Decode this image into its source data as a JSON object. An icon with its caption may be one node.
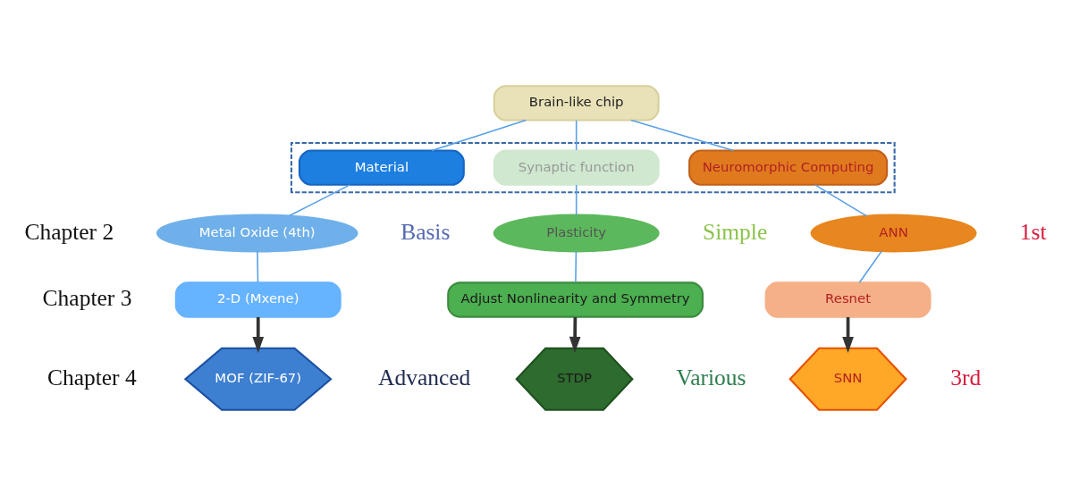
{
  "diagram": {
    "nodes": [
      {
        "text": [
          "Brain-like chip"
        ]
      },
      {
        "text": [],
        "shape": "box"
      },
      {
        "text": [
          "Material"
        ],
        "in": 1
      },
      {
        "text": [
          "Synaptic function"
        ],
        "in": 1
      },
      {
        "text": [
          "Neuromorphic Computing"
        ],
        "in": 1
      },
      {
        "text": [
          "Metal Oxide (4th)"
        ]
      },
      {
        "text": [
          "Plasticity"
        ]
      },
      {
        "text": [
          "ANN"
        ]
      },
      {
        "text": [
          "2-D (Mxene)"
        ]
      },
      {
        "text": [
          "Adjust Nonlinearity and Symmetry"
        ]
      },
      {
        "text": [
          "Resnet"
        ]
      },
      {
        "text": [
          "MOF (ZIF-67)"
        ]
      },
      {
        "text": [
          "STDP"
        ]
      },
      {
        "text": [
          "SNN"
        ]
      }
    ],
    "edges": [
      {
        "from": 0,
        "to": 2,
        "arrow": "none"
      },
      {
        "from": 0,
        "to": 3,
        "arrow": "none"
      },
      {
        "from": 0,
        "to": 4,
        "arrow": "none"
      },
      {
        "from": 2,
        "to": 5,
        "arrow": "none"
      },
      {
        "from": 3,
        "to": 6,
        "arrow": "none"
      },
      {
        "from": 4,
        "to": 7,
        "arrow": "none"
      },
      {
        "from": 5,
        "to": 8,
        "arrow": "none"
      },
      {
        "from": 6,
        "to": 9,
        "arrow": "none"
      },
      {
        "from": 7,
        "to": 10,
        "arrow": "none"
      },
      {
        "from": 8,
        "to": 11,
        "arrow": "to",
        "style": "thick",
        "color": "#333333"
      },
      {
        "from": 9,
        "to": 12,
        "arrow": "to",
        "style": "thick",
        "color": "#333333"
      },
      {
        "from": 10,
        "to": 13,
        "arrow": "to",
        "style": "thick",
        "color": "#333333"
      }
    ],
    "labels": [
      "Chapter 2",
      "Basis",
      "Simple",
      "1st",
      "Chapter 3",
      "Chapter 4",
      "Advanced",
      "Various",
      "3rd"
    ]
  }
}
